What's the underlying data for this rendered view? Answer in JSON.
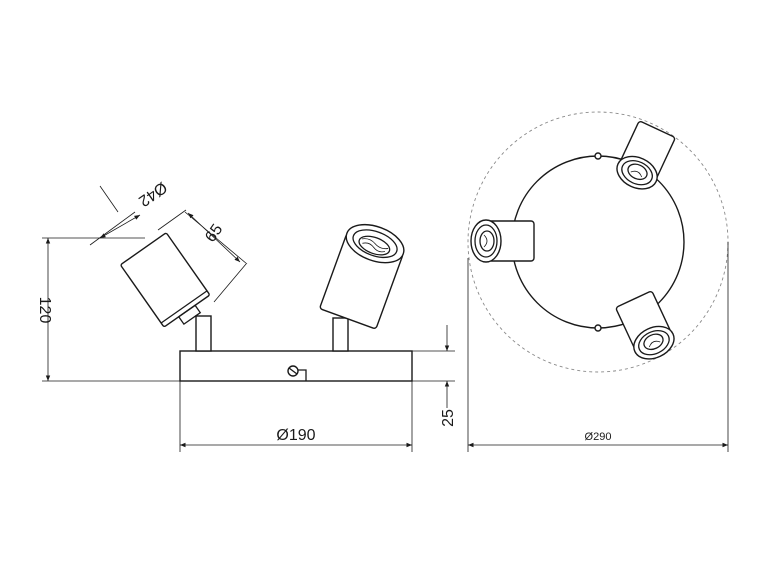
{
  "dimensions": {
    "spot_diameter": "Ø42",
    "spot_length": "65",
    "height": "120",
    "base_height": "25",
    "base_diameter": "Ø190",
    "overall_diameter": "Ø290"
  },
  "colors": {
    "line": "#1a1a1a",
    "dashed_circle": "#8a8a8a",
    "background": "#ffffff"
  }
}
